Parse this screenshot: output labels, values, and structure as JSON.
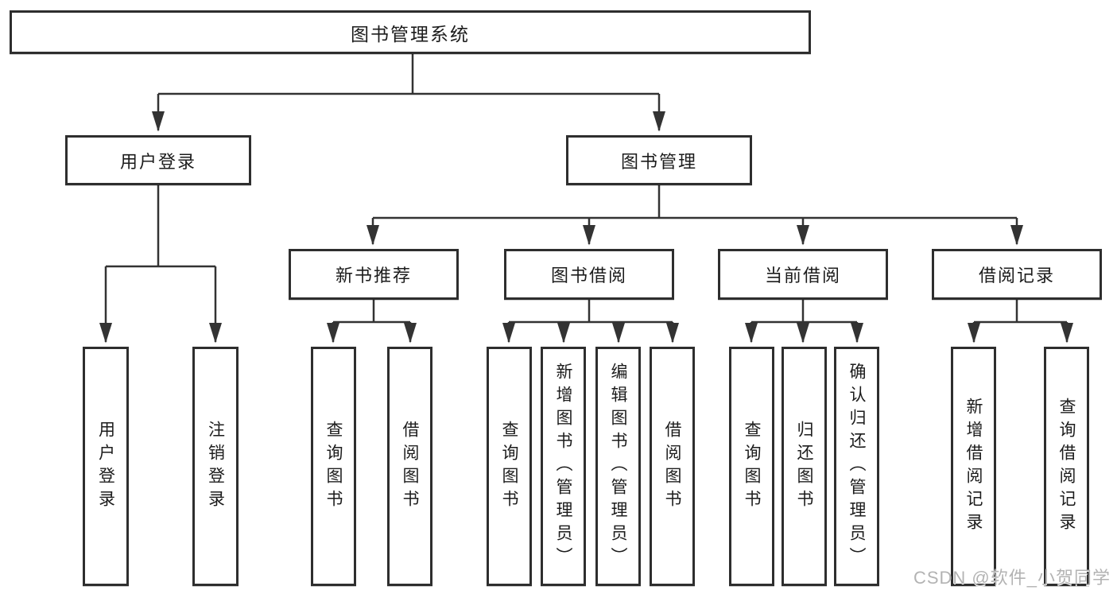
{
  "diagram": {
    "type": "hierarchy-tree",
    "colors": {
      "line": "#333333",
      "box_border": "#2e2e2e",
      "box_background": "#ffffff",
      "text": "#1c1c1c",
      "watermark_text": "#b3b3b3"
    },
    "watermark": {
      "text": "CSDN @软件_小贺同学"
    },
    "tree": {
      "root": {
        "label": "图书管理系统",
        "children": [
          {
            "label": "用户登录",
            "children": [
              {
                "label": "用户登录"
              },
              {
                "label": "注销登录"
              }
            ]
          },
          {
            "label": "图书管理",
            "children": [
              {
                "label": "新书推荐",
                "children": [
                  {
                    "label": "查询图书"
                  },
                  {
                    "label": "借阅图书"
                  }
                ]
              },
              {
                "label": "图书借阅",
                "children": [
                  {
                    "label": "查询图书"
                  },
                  {
                    "label": "新增图书（管理员）"
                  },
                  {
                    "label": "编辑图书（管理员）"
                  },
                  {
                    "label": "借阅图书"
                  }
                ]
              },
              {
                "label": "当前借阅",
                "children": [
                  {
                    "label": "查询图书"
                  },
                  {
                    "label": "归还图书"
                  },
                  {
                    "label": "确认归还（管理员）"
                  }
                ]
              },
              {
                "label": "借阅记录",
                "children": [
                  {
                    "label": "新增借阅记录"
                  },
                  {
                    "label": "查询借阅记录"
                  }
                ]
              }
            ]
          }
        ]
      }
    }
  }
}
